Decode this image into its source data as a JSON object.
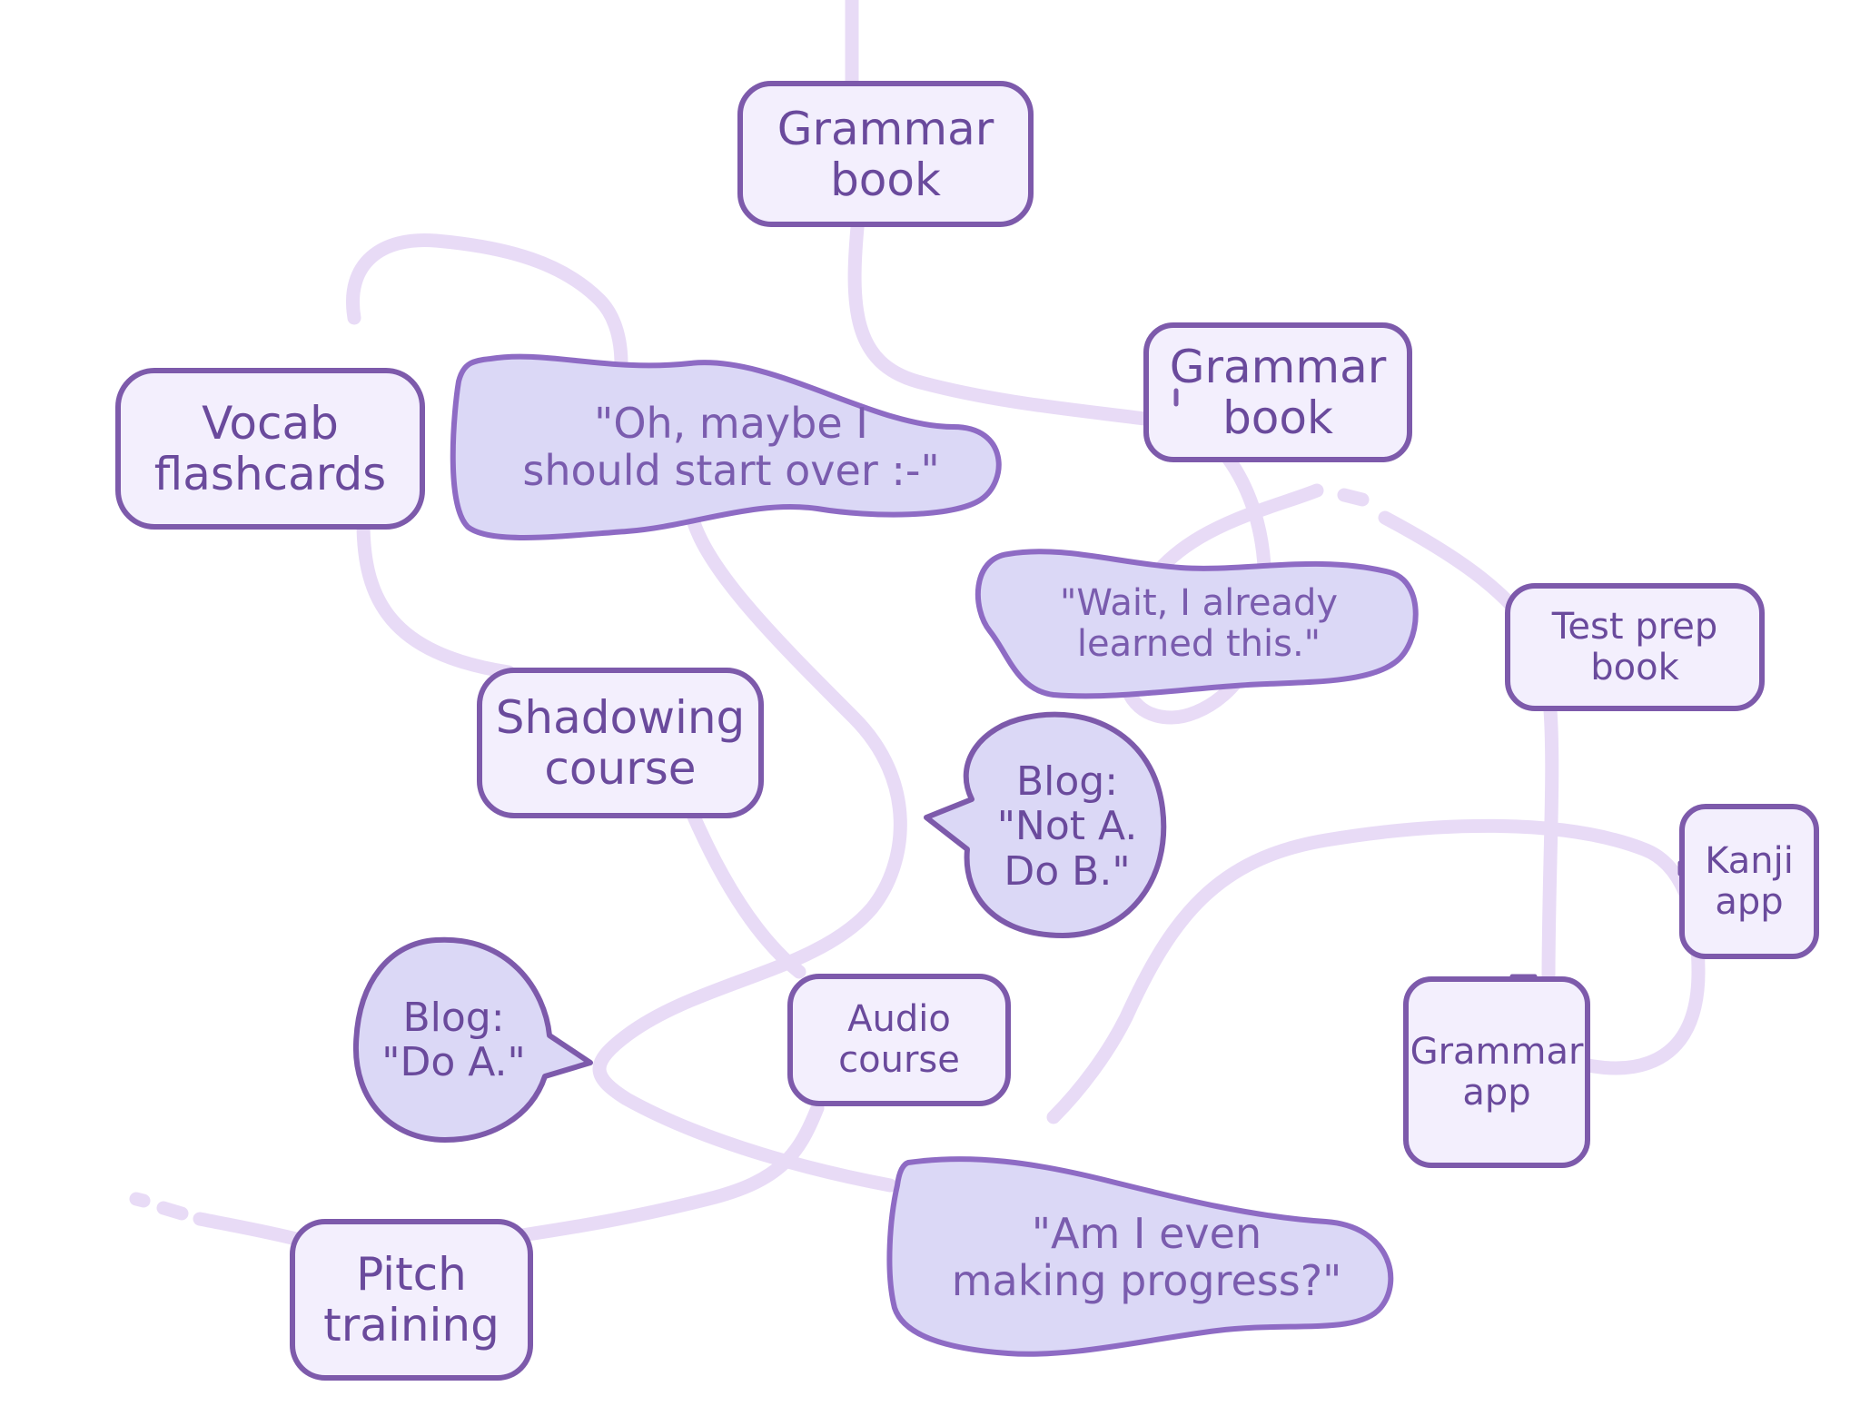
{
  "colors": {
    "path": "#e8dbf6",
    "box_fill": "#f3effd",
    "box_stroke": "#7d5aab",
    "thought_fill": "#dbd8f6",
    "thought_stroke": "#8e6bc4",
    "text": "#6a4a9c"
  },
  "nodes": {
    "grammar_book_1": "Grammar\nbook",
    "grammar_book_2": "Grammar\nbook",
    "vocab_flashcards": "Vocab\nflashcards",
    "shadowing_course": "Shadowing\ncourse",
    "test_prep_book": "Test prep\nbook",
    "kanji_app": "Kanji\napp",
    "grammar_app": "Grammar\napp",
    "audio_course": "Audio\ncourse",
    "pitch_training": "Pitch\ntraining"
  },
  "thoughts": {
    "start_over": "\"Oh, maybe I\nshould start over :-\"",
    "already_learned": "\"Wait, I already\nlearned this.\"",
    "progress": "\"Am I even\nmaking progress?\""
  },
  "blogs": {
    "not_a": "Blog:\n\"Not A.\nDo B.\"",
    "do_a": "Blog:\n\"Do A.\""
  }
}
